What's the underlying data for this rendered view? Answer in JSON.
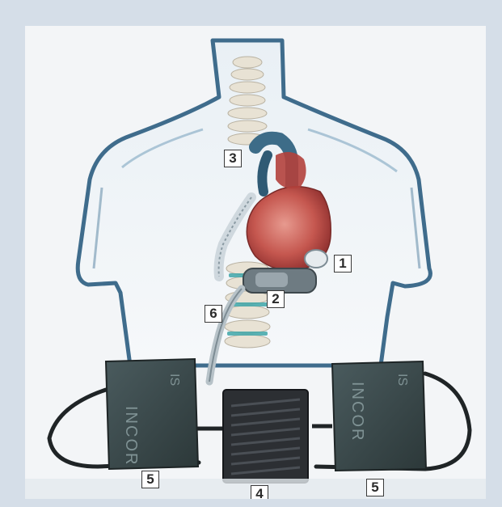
{
  "labels": {
    "l1": "1",
    "l2": "2",
    "l3": "3",
    "l4": "4",
    "l5a": "5",
    "l5b": "5",
    "l6": "6"
  },
  "batteries": {
    "left_text": "INCOR",
    "right_text": "INCOR",
    "left_badge": "IS",
    "right_badge": "IS"
  },
  "colors": {
    "frame": "#d5dee8",
    "torso_outline": "#3f6c8c",
    "heart": "#c55a55",
    "battery": "#3a4a4c",
    "controller": "#2c2f33"
  }
}
